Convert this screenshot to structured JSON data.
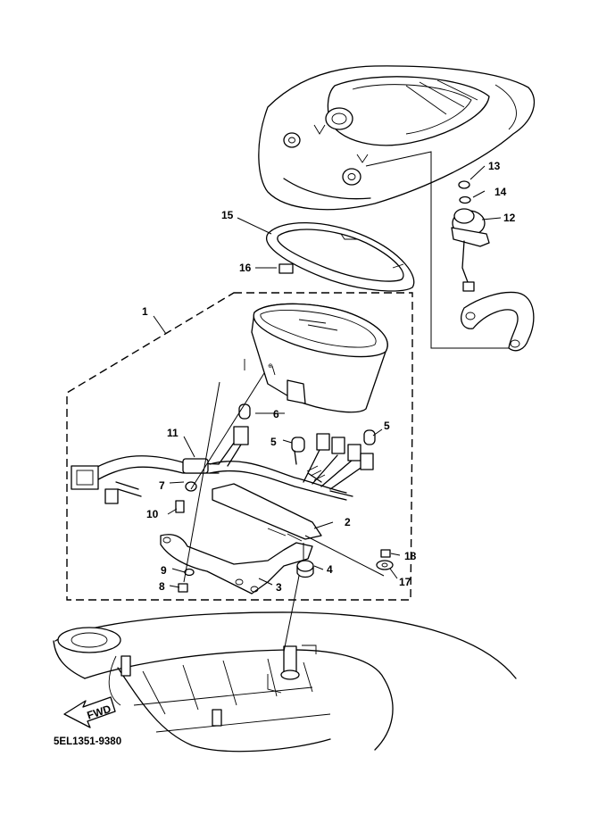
{
  "callouts": [
    {
      "id": "1",
      "text": "1"
    },
    {
      "id": "2",
      "text": "2"
    },
    {
      "id": "3",
      "text": "3"
    },
    {
      "id": "4",
      "text": "4"
    },
    {
      "id": "5a",
      "text": "5"
    },
    {
      "id": "5b",
      "text": "5"
    },
    {
      "id": "6",
      "text": "6"
    },
    {
      "id": "7",
      "text": "7"
    },
    {
      "id": "8",
      "text": "8"
    },
    {
      "id": "9",
      "text": "9"
    },
    {
      "id": "10",
      "text": "10"
    },
    {
      "id": "11",
      "text": "11"
    },
    {
      "id": "12",
      "text": "12"
    },
    {
      "id": "13",
      "text": "13"
    },
    {
      "id": "14",
      "text": "14"
    },
    {
      "id": "15",
      "text": "15"
    },
    {
      "id": "16",
      "text": "16"
    },
    {
      "id": "17",
      "text": "17"
    },
    {
      "id": "18",
      "text": "18"
    }
  ],
  "direction_label": "FWD",
  "diagram_code": "5EL1351-9380"
}
